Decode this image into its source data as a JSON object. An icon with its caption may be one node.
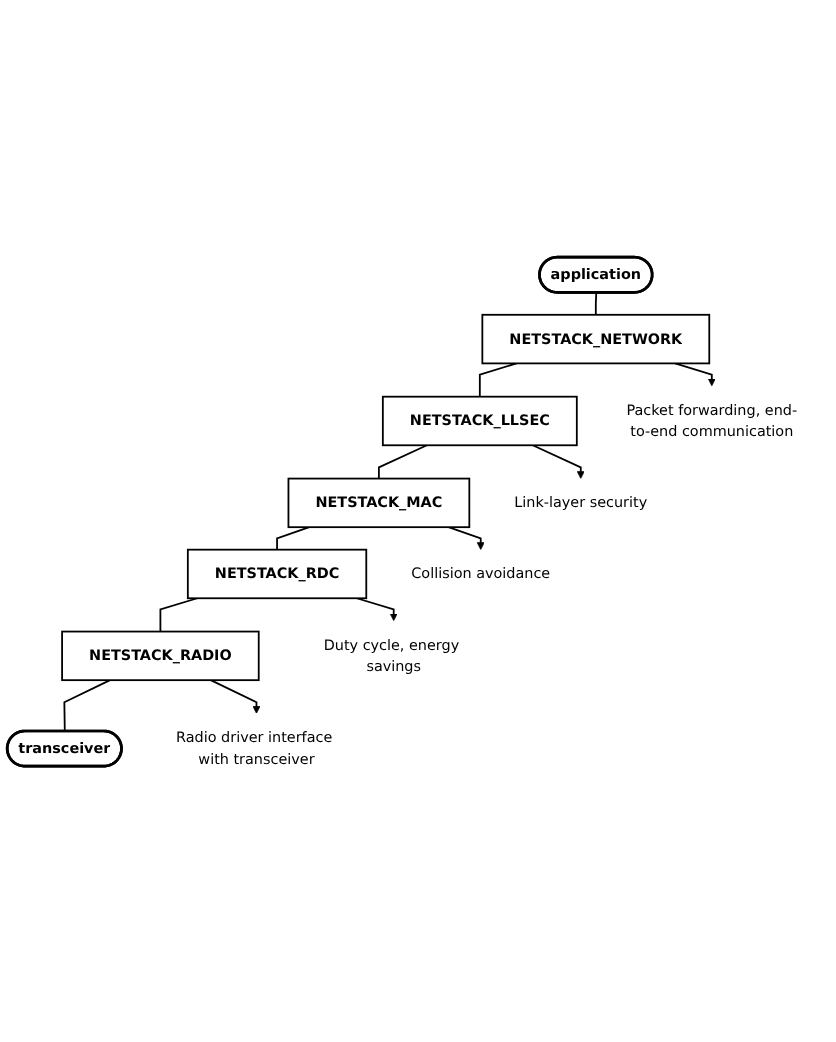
{
  "diagram": {
    "nodes": [
      {
        "text": [
          "application"
        ]
      },
      {
        "text": [
          "NETSTACK_NETWORK"
        ]
      },
      {
        "text": [
          "NETSTACK_LLSEC"
        ]
      },
      {
        "text": [
          "NETSTACK_MAC"
        ]
      },
      {
        "text": [
          "NETSTACK_RDC"
        ]
      },
      {
        "text": [
          "NETSTACK_RADIO"
        ]
      },
      {
        "text": [
          "transceiver"
        ]
      },
      {
        "text": [
          "Packet forwarding, end-to-end communication"
        ]
      },
      {
        "text": [
          "Link-layer security"
        ]
      },
      {
        "text": [
          "Collision avoidance"
        ]
      },
      {
        "text": [
          "Duty cycle, energy savings"
        ]
      },
      {
        "text": [
          "Radio driver interface with transceiver"
        ]
      }
    ],
    "edges": [
      {
        "from": 0,
        "to": 1,
        "arrow": "none"
      },
      {
        "from": 1,
        "to": 2,
        "arrow": "none"
      },
      {
        "from": 2,
        "to": 3,
        "arrow": "none"
      },
      {
        "from": 3,
        "to": 4,
        "arrow": "none"
      },
      {
        "from": 4,
        "to": 5,
        "arrow": "none"
      },
      {
        "from": 5,
        "to": 6,
        "arrow": "none"
      },
      {
        "from": 1,
        "to": 7,
        "arrow": "to"
      },
      {
        "from": 2,
        "to": 8,
        "arrow": "to"
      },
      {
        "from": 3,
        "to": 9,
        "arrow": "to"
      },
      {
        "from": 4,
        "to": 10,
        "arrow": "to"
      },
      {
        "from": 5,
        "to": 11,
        "arrow": "to"
      }
    ]
  }
}
